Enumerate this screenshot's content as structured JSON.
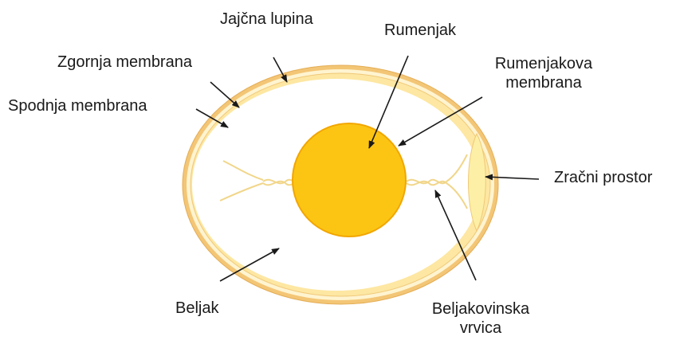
{
  "labels": {
    "shell": "Jajčna lupina",
    "outer_membrane": "Zgornja membrana",
    "inner_membrane": "Spodnja membrana",
    "yolk": "Rumenjak",
    "yolk_membrane_line1": "Rumenjakova",
    "yolk_membrane_line2": "membrana",
    "air_cell": "Zračni prostor",
    "albumen": "Beljak",
    "chalaza_line1": "Beljakovinska",
    "chalaza_line2": "vrvica"
  },
  "colors": {
    "shell": "#f0c070",
    "membrane": "#fde9a8",
    "white": "#ffffff",
    "yolk": "#fcc20f",
    "yolk_edge": "#f2a200",
    "air_cell": "#fdf2b0",
    "arrow": "#1a1a1a"
  }
}
